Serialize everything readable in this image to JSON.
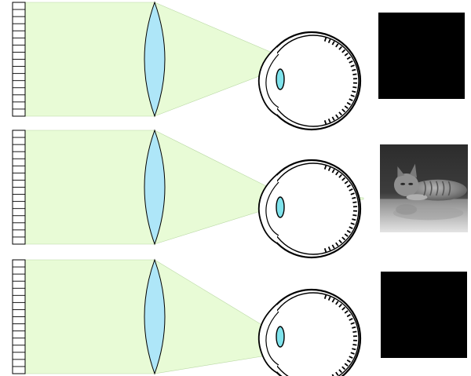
{
  "colors": {
    "background": "#ffffff",
    "light_beam": "#e8fbd6",
    "light_beam_edge": "#b9d8a4",
    "lens_fill": "#aee6f8",
    "eye_lens_fill": "#7fe3ec",
    "outline": "#000000",
    "screen_black": "#000000"
  },
  "panels": [
    {
      "id": "top",
      "focus": "front-of-retina",
      "result": "black-screen",
      "result_icon": "black-square"
    },
    {
      "id": "middle",
      "focus": "on-retina",
      "result": "cat-photo",
      "result_icon": "grayscale-cat-photo"
    },
    {
      "id": "bottom",
      "focus": "behind-retina",
      "result": "black-screen",
      "result_icon": "black-square"
    }
  ]
}
